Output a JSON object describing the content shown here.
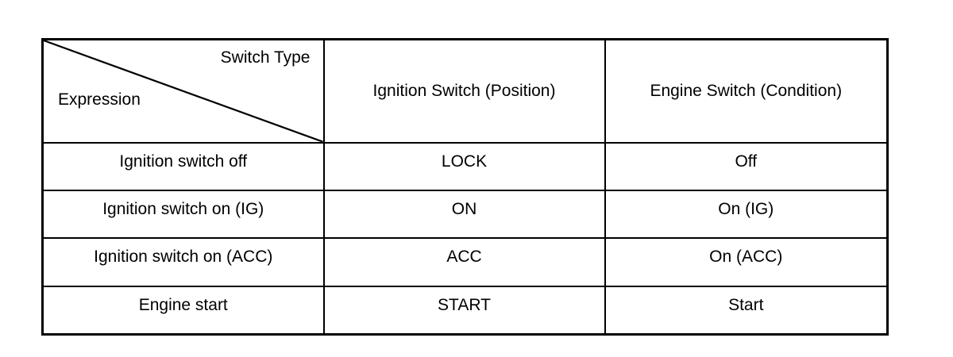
{
  "table": {
    "corner": {
      "top_label": "Switch Type",
      "bottom_label": "Expression",
      "diagonal": true
    },
    "columns": [
      "Ignition Switch (Position)",
      "Engine Switch (Condition)"
    ],
    "rows": [
      {
        "expression": "Ignition switch off",
        "ignition_switch_position": "LOCK",
        "engine_switch_condition": "Off"
      },
      {
        "expression": "Ignition switch on (IG)",
        "ignition_switch_position": "ON",
        "engine_switch_condition": "On (IG)"
      },
      {
        "expression": "Ignition switch on (ACC)",
        "ignition_switch_position": "ACC",
        "engine_switch_condition": "On (ACC)"
      },
      {
        "expression": "Engine start",
        "ignition_switch_position": "START",
        "engine_switch_condition": "Start"
      }
    ],
    "colors": {
      "border": "#000000",
      "background": "#ffffff",
      "text": "#000000"
    }
  }
}
